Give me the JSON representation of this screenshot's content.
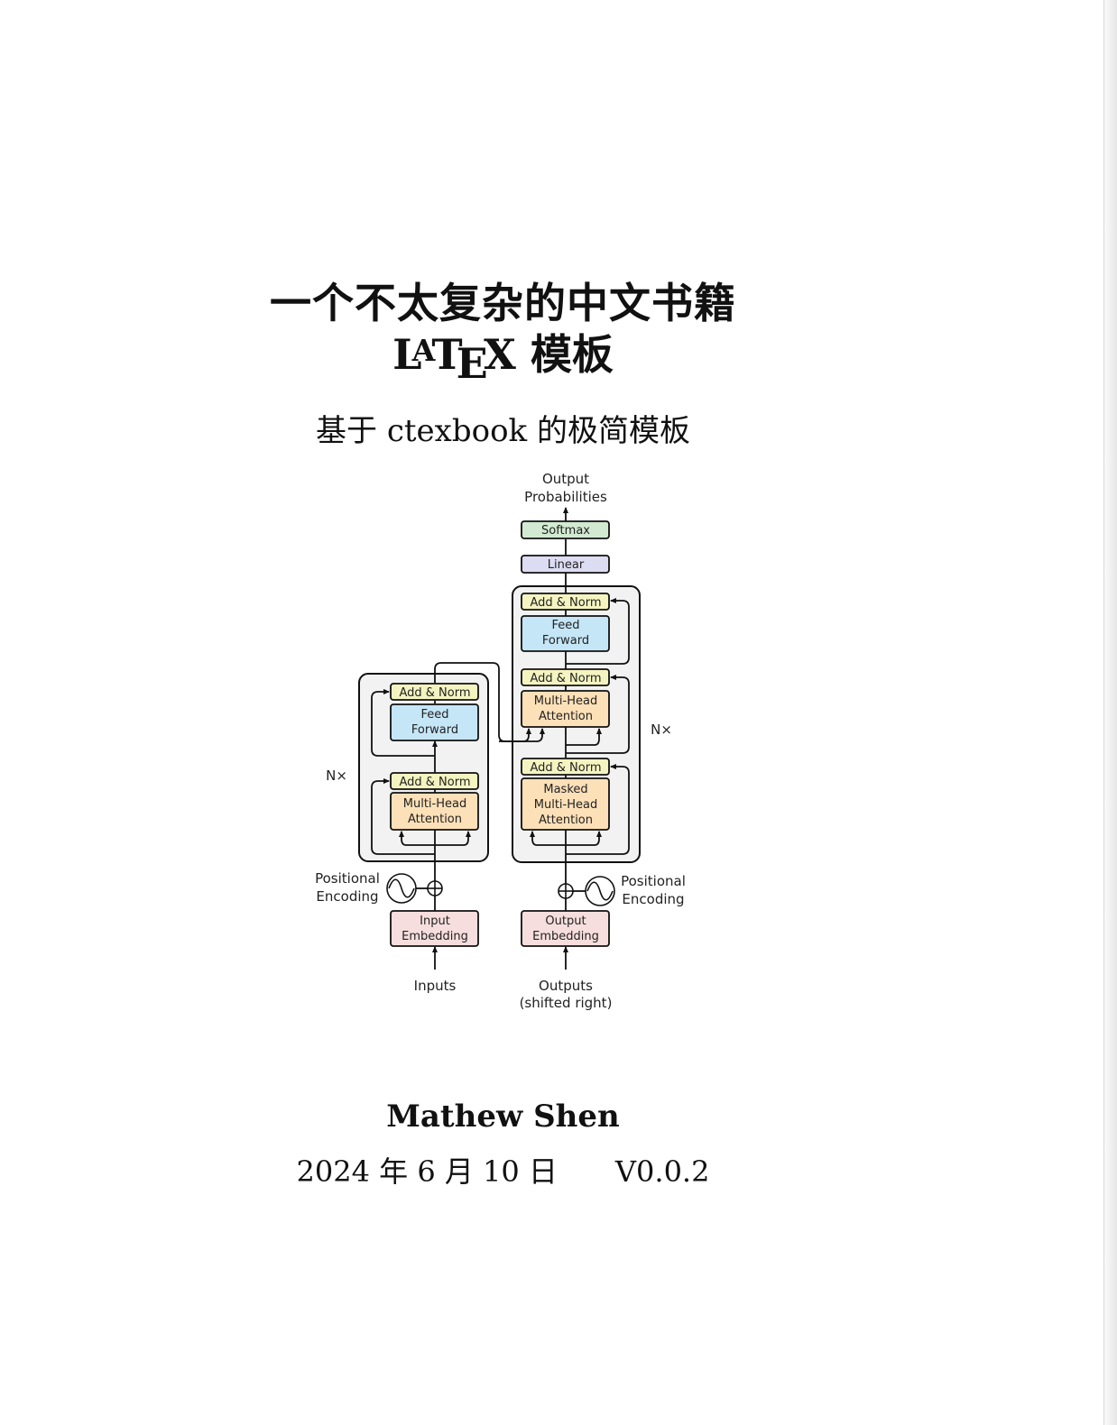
{
  "title": {
    "line1": "一个不太复杂的中文书籍",
    "line2_latex": {
      "L": "L",
      "A": "A",
      "T": "T",
      "E": "E",
      "X": "X"
    },
    "line2_suffix": "模板"
  },
  "subtitle": "基于 ctexbook 的极简模板",
  "figure": {
    "output_probabilities": [
      "Output",
      "Probabilities"
    ],
    "softmax": "Softmax",
    "linear": "Linear",
    "add_norm": "Add & Norm",
    "feed_forward": [
      "Feed",
      "Forward"
    ],
    "multi_head_attention": [
      "Multi-Head",
      "Attention"
    ],
    "masked_multi_head_attention": [
      "Masked",
      "Multi-Head",
      "Attention"
    ],
    "nx": "N×",
    "positional_encoding": [
      "Positional",
      "Encoding"
    ],
    "input_embedding": [
      "Input",
      "Embedding"
    ],
    "output_embedding": [
      "Output",
      "Embedding"
    ],
    "inputs": "Inputs",
    "outputs": [
      "Outputs",
      "(shifted right)"
    ],
    "colors": {
      "add_norm": "#f4f4c1",
      "feed_forward": "#c5e6f7",
      "attention": "#fce0b8",
      "embedding": "#f7dede",
      "softmax": "#d2ead2",
      "linear": "#dcdcf3",
      "stack_bg": "#f2f2f2"
    }
  },
  "author": "Mathew Shen",
  "date": "2024 年 6 月 10 日",
  "version": "V0.0.2"
}
